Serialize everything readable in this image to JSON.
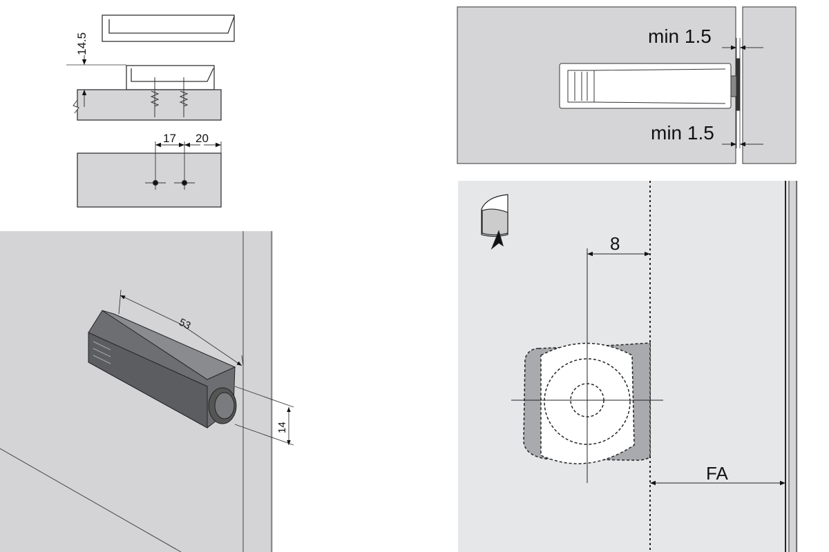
{
  "title": "Push-to-open mechanism installation drawing",
  "top_left": {
    "height_dim": "14.5",
    "hole_spacing_dim": "17",
    "edge_dim": "20"
  },
  "bottom_left": {
    "length_dim": "53",
    "diameter_dim": "14"
  },
  "top_right": {
    "gap_top": "min 1.5",
    "gap_bottom": "min 1.5"
  },
  "bottom_right": {
    "offset_dim": "8",
    "overlay_dim": "FA"
  },
  "colors": {
    "panel": "#d5d5d7",
    "panel_light": "#e6e7e9",
    "device": "#6f7073",
    "line": "#1a1a1a"
  }
}
